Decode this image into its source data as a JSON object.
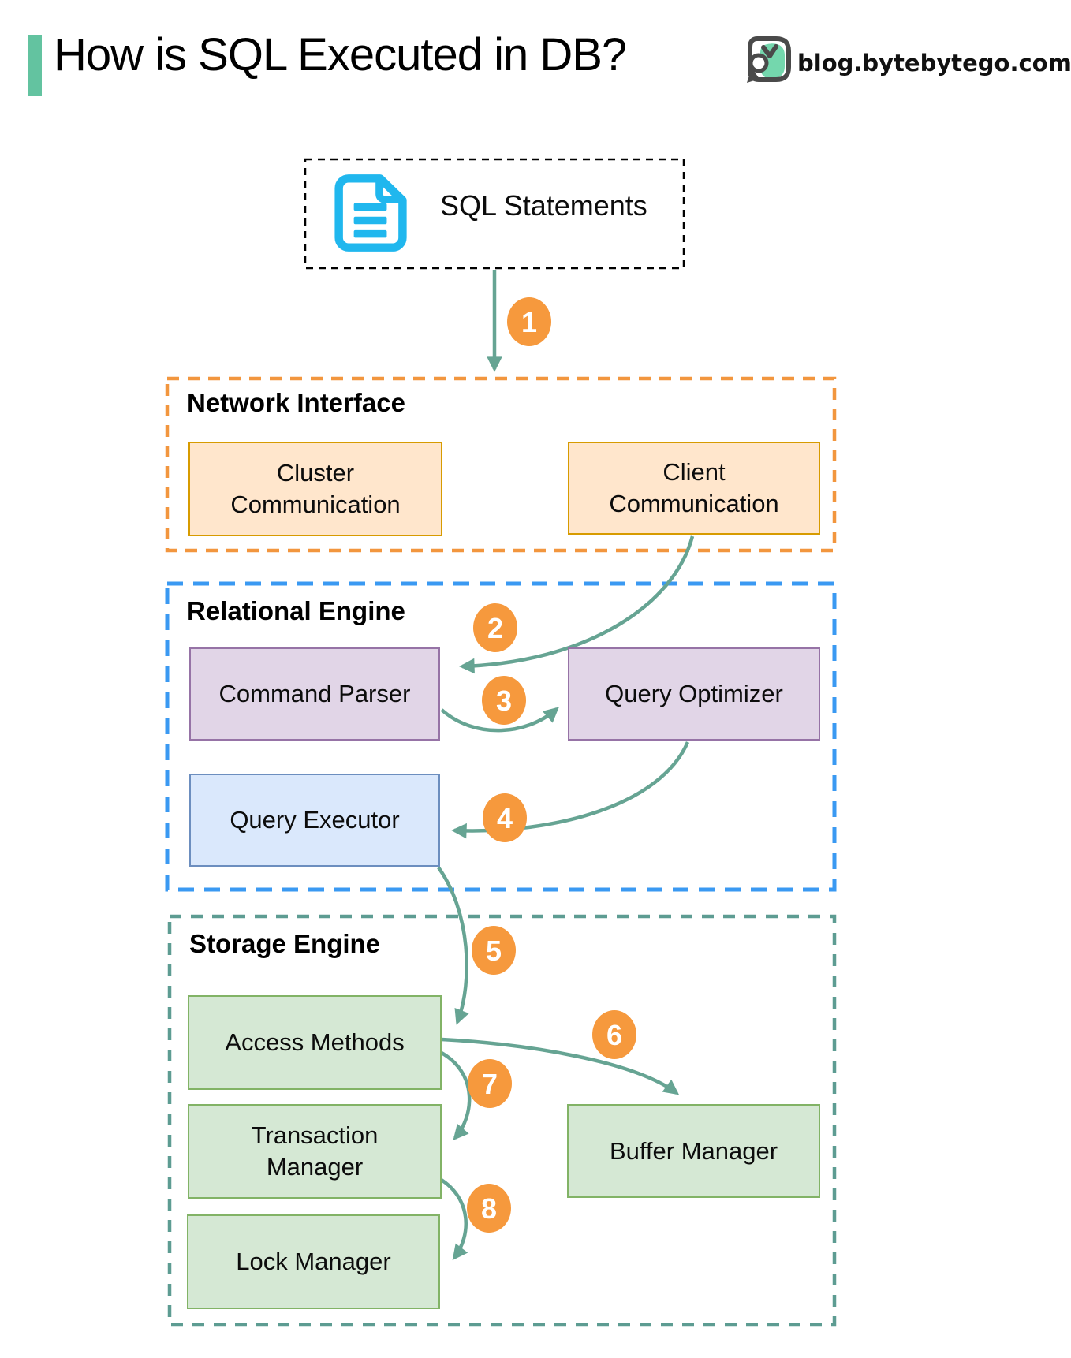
{
  "header": {
    "title": "How is SQL Executed in DB?",
    "site": "blog.bytebytego.com"
  },
  "sql_box": {
    "label": "SQL Statements"
  },
  "sections": {
    "network": {
      "label": "Network Interface",
      "boxes": {
        "cluster": "Cluster Communication",
        "client": "Client Communication"
      }
    },
    "relational": {
      "label": "Relational Engine",
      "boxes": {
        "parser": "Command Parser",
        "optimizer": "Query Optimizer",
        "executor": "Query Executor"
      }
    },
    "storage": {
      "label": "Storage Engine",
      "boxes": {
        "access": "Access Methods",
        "transaction": "Transaction Manager",
        "buffer": "Buffer Manager",
        "lock": "Lock Manager"
      }
    }
  },
  "steps": [
    "1",
    "2",
    "3",
    "4",
    "5",
    "6",
    "7",
    "8"
  ],
  "flow": [
    "SQL Statements -> Network Interface",
    "Client Communication -> Command Parser",
    "Command Parser -> Query Optimizer",
    "Query Optimizer -> Query Executor",
    "Query Executor -> Access Methods",
    "Access Methods -> Buffer Manager",
    "Access Methods -> Transaction Manager",
    "Transaction Manager -> Lock Manager"
  ],
  "icons": {
    "document": "document-icon",
    "brand": "bytebytego-owl-icon"
  },
  "colors": {
    "accent_bar": "#63C3A0",
    "arrow": "#66A493",
    "step_badge": "#F6993D",
    "sql_border": "#000000",
    "network_border": "#F2963E",
    "relational_border": "#3A99F2",
    "storage_border": "#5D9C92",
    "orange_box_fill": "#FFE6CC",
    "orange_box_stroke": "#D79B00",
    "purple_box_fill": "#E1D5E7",
    "purple_box_stroke": "#9673A6",
    "blue_box_fill": "#DAE8FC",
    "blue_box_stroke": "#6C8EBF",
    "green_box_fill": "#D5E8D4",
    "green_box_stroke": "#82B366",
    "document_icon": "#20B7EE"
  }
}
